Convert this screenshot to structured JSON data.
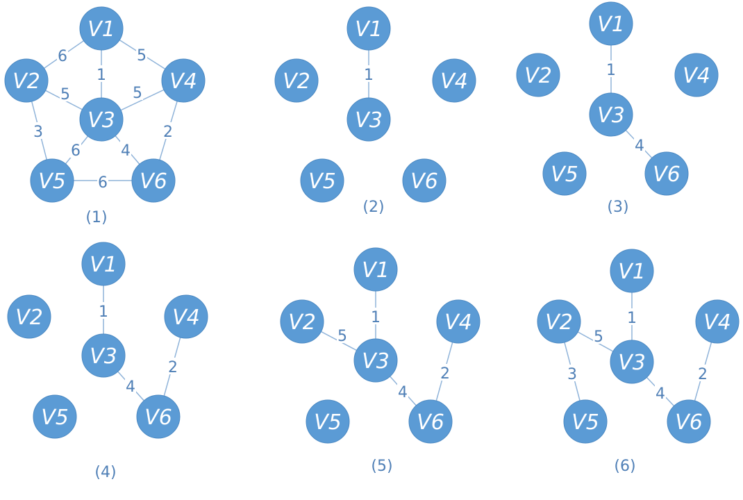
{
  "panels": [
    {
      "caption": "(1)",
      "nodes": [
        {
          "id": "V1",
          "label": "V1"
        },
        {
          "id": "V2",
          "label": "V2"
        },
        {
          "id": "V3",
          "label": "V3"
        },
        {
          "id": "V4",
          "label": "V4"
        },
        {
          "id": "V5",
          "label": "V5"
        },
        {
          "id": "V6",
          "label": "V6"
        }
      ],
      "edges": [
        {
          "from": "V1",
          "to": "V2",
          "weight": "6"
        },
        {
          "from": "V1",
          "to": "V3",
          "weight": "1"
        },
        {
          "from": "V1",
          "to": "V4",
          "weight": "5"
        },
        {
          "from": "V2",
          "to": "V3",
          "weight": "5"
        },
        {
          "from": "V3",
          "to": "V4",
          "weight": "5"
        },
        {
          "from": "V2",
          "to": "V5",
          "weight": "3"
        },
        {
          "from": "V4",
          "to": "V6",
          "weight": "2"
        },
        {
          "from": "V3",
          "to": "V5",
          "weight": "6"
        },
        {
          "from": "V3",
          "to": "V6",
          "weight": "4"
        },
        {
          "from": "V5",
          "to": "V6",
          "weight": "6"
        }
      ]
    },
    {
      "caption": "(2)",
      "nodes": [
        {
          "id": "V1",
          "label": "V1"
        },
        {
          "id": "V2",
          "label": "V2"
        },
        {
          "id": "V3",
          "label": "V3"
        },
        {
          "id": "V4",
          "label": "V4"
        },
        {
          "id": "V5",
          "label": "V5"
        },
        {
          "id": "V6",
          "label": "V6"
        }
      ],
      "edges": [
        {
          "from": "V1",
          "to": "V3",
          "weight": "1"
        }
      ]
    },
    {
      "caption": "(3)",
      "nodes": [
        {
          "id": "V1",
          "label": "V1"
        },
        {
          "id": "V2",
          "label": "V2"
        },
        {
          "id": "V3",
          "label": "V3"
        },
        {
          "id": "V4",
          "label": "V4"
        },
        {
          "id": "V5",
          "label": "V5"
        },
        {
          "id": "V6",
          "label": "V6"
        }
      ],
      "edges": [
        {
          "from": "V1",
          "to": "V3",
          "weight": "1"
        },
        {
          "from": "V3",
          "to": "V6",
          "weight": "4"
        }
      ]
    },
    {
      "caption": "(4)",
      "nodes": [
        {
          "id": "V1",
          "label": "V1"
        },
        {
          "id": "V2",
          "label": "V2"
        },
        {
          "id": "V3",
          "label": "V3"
        },
        {
          "id": "V4",
          "label": "V4"
        },
        {
          "id": "V5",
          "label": "V5"
        },
        {
          "id": "V6",
          "label": "V6"
        }
      ],
      "edges": [
        {
          "from": "V1",
          "to": "V3",
          "weight": "1"
        },
        {
          "from": "V3",
          "to": "V6",
          "weight": "4"
        },
        {
          "from": "V4",
          "to": "V6",
          "weight": "2"
        }
      ]
    },
    {
      "caption": "(5)",
      "nodes": [
        {
          "id": "V1",
          "label": "V1"
        },
        {
          "id": "V2",
          "label": "V2"
        },
        {
          "id": "V3",
          "label": "V3"
        },
        {
          "id": "V4",
          "label": "V4"
        },
        {
          "id": "V5",
          "label": "V5"
        },
        {
          "id": "V6",
          "label": "V6"
        }
      ],
      "edges": [
        {
          "from": "V1",
          "to": "V3",
          "weight": "1"
        },
        {
          "from": "V2",
          "to": "V3",
          "weight": "5"
        },
        {
          "from": "V3",
          "to": "V6",
          "weight": "4"
        },
        {
          "from": "V4",
          "to": "V6",
          "weight": "2"
        }
      ]
    },
    {
      "caption": "(6)",
      "nodes": [
        {
          "id": "V1",
          "label": "V1"
        },
        {
          "id": "V2",
          "label": "V2"
        },
        {
          "id": "V3",
          "label": "V3"
        },
        {
          "id": "V4",
          "label": "V4"
        },
        {
          "id": "V5",
          "label": "V5"
        },
        {
          "id": "V6",
          "label": "V6"
        }
      ],
      "edges": [
        {
          "from": "V1",
          "to": "V3",
          "weight": "1"
        },
        {
          "from": "V2",
          "to": "V3",
          "weight": "5"
        },
        {
          "from": "V2",
          "to": "V5",
          "weight": "3"
        },
        {
          "from": "V3",
          "to": "V6",
          "weight": "4"
        },
        {
          "from": "V4",
          "to": "V6",
          "weight": "2"
        }
      ]
    }
  ]
}
